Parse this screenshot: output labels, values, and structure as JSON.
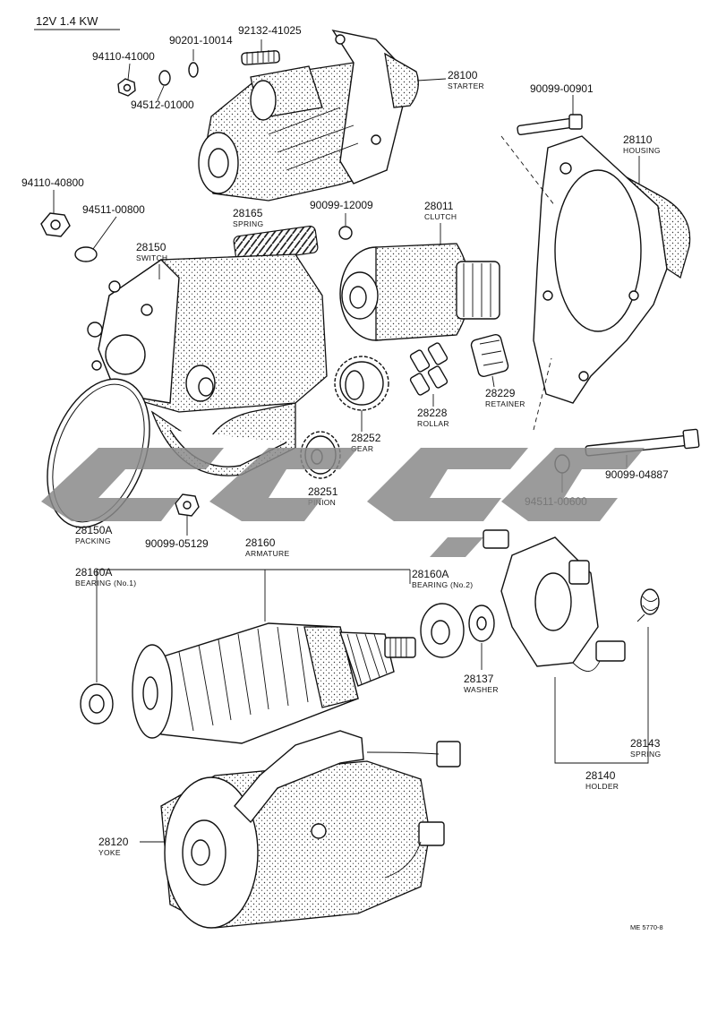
{
  "title": "12V 1.4 KW",
  "reference": "ME 5770-8",
  "parts": {
    "starter": {
      "number": "28100",
      "name": "STARTER"
    },
    "housing": {
      "number": "28110",
      "name": "HOUSING"
    },
    "clutch": {
      "number": "28011",
      "name": "CLUTCH"
    },
    "switch": {
      "number": "28150",
      "name": "SWITCH"
    },
    "spring_28165": {
      "number": "28165",
      "name": "SPRING"
    },
    "rollar": {
      "number": "28228",
      "name": "ROLLAR"
    },
    "retainer": {
      "number": "28229",
      "name": "RETAINER"
    },
    "gear": {
      "number": "28252",
      "name": "GEAR"
    },
    "pinion": {
      "number": "28251",
      "name": "PINION"
    },
    "packing": {
      "number": "28150A",
      "name": "PACKING"
    },
    "armature": {
      "number": "28160",
      "name": "ARMATURE"
    },
    "bearing_1": {
      "number": "28160A",
      "name": "BEARING (No.1)"
    },
    "bearing_2": {
      "number": "28160A",
      "name": "BEARING (No.2)"
    },
    "washer": {
      "number": "28137",
      "name": "WASHER"
    },
    "holder": {
      "number": "28140",
      "name": "HOLDER"
    },
    "spring_28143": {
      "number": "28143",
      "name": "SPRING"
    },
    "yoke": {
      "number": "28120",
      "name": "YOKE"
    }
  },
  "hardware": {
    "nut_94110_41000": "94110-41000",
    "washer_90201_10014": "90201-10014",
    "stud_92132_41025": "92132-41025",
    "washer_94512_01000": "94512-01000",
    "bolt_90099_00901": "90099-00901",
    "nut_94110_40800": "94110-40800",
    "washer_94511_00800": "94511-00800",
    "ball_90099_12009": "90099-12009",
    "nut_90099_05129": "90099-05129",
    "bolt_90099_04887": "90099-04887",
    "washer_94511_00600": "94511-00600"
  }
}
